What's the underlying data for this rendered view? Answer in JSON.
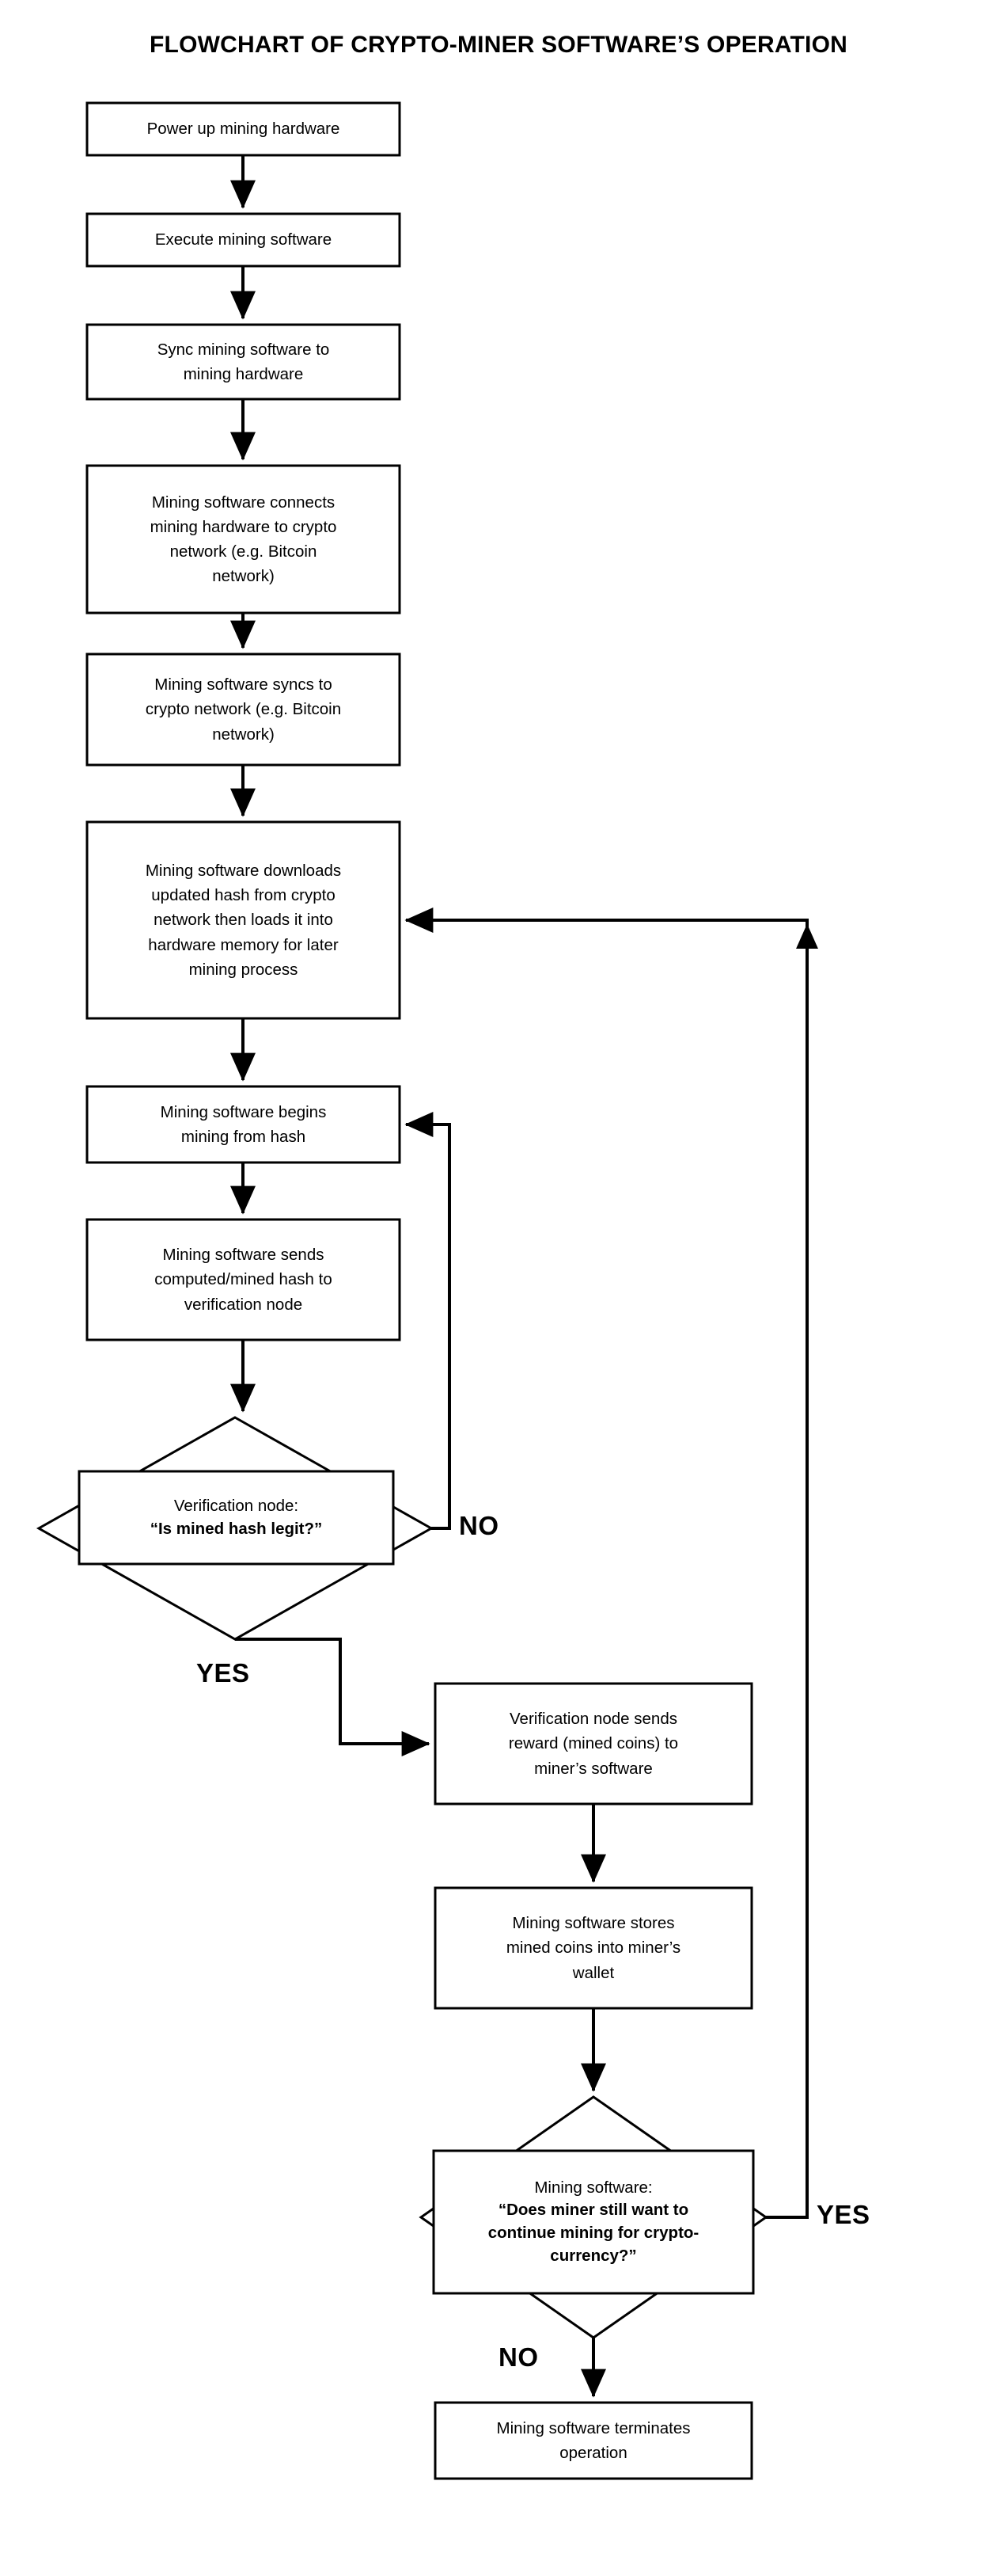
{
  "title": "FLOWCHART OF CRYPTO-MINER SOFTWARE’S OPERATION",
  "chart_data": {
    "type": "diagram",
    "diagram_kind": "flowchart",
    "title": "FLOWCHART OF CRYPTO-MINER SOFTWARE’S OPERATION",
    "orientation": "top-to-bottom",
    "node_count": 13,
    "nodes": [
      {
        "id": "n1",
        "shape": "process",
        "text": "Power up mining hardware"
      },
      {
        "id": "n2",
        "shape": "process",
        "text": "Execute mining software"
      },
      {
        "id": "n3",
        "shape": "process",
        "text": "Sync mining software to mining hardware"
      },
      {
        "id": "n4",
        "shape": "process",
        "text": "Mining software connects mining hardware to crypto network (e.g. Bitcoin network)"
      },
      {
        "id": "n5",
        "shape": "process",
        "text": "Mining software syncs to crypto network (e.g. Bitcoin network)"
      },
      {
        "id": "n6",
        "shape": "process",
        "text": "Mining software downloads updated hash from crypto network then loads it into hardware memory for later mining process"
      },
      {
        "id": "n7",
        "shape": "process",
        "text": "Mining software begins mining from hash"
      },
      {
        "id": "n8",
        "shape": "process",
        "text": "Mining software sends computed/mined hash to verification node"
      },
      {
        "id": "d1",
        "shape": "decision",
        "lead": "Verification node:",
        "quote": "“Is mined hash legit?”"
      },
      {
        "id": "n9",
        "shape": "process",
        "text": "Verification node sends reward (mined coins) to miner’s software"
      },
      {
        "id": "n10",
        "shape": "process",
        "text": "Mining software stores mined coins into miner’s wallet"
      },
      {
        "id": "d2",
        "shape": "decision",
        "lead": "Mining software:",
        "quote": "“Does miner still want to continue mining for crypto-currency?”"
      },
      {
        "id": "n11",
        "shape": "process",
        "text": "Mining software terminates operation"
      }
    ],
    "edges": [
      {
        "from": "n1",
        "to": "n2",
        "label": ""
      },
      {
        "from": "n2",
        "to": "n3",
        "label": ""
      },
      {
        "from": "n3",
        "to": "n4",
        "label": ""
      },
      {
        "from": "n4",
        "to": "n5",
        "label": ""
      },
      {
        "from": "n5",
        "to": "n6",
        "label": ""
      },
      {
        "from": "n6",
        "to": "n7",
        "label": ""
      },
      {
        "from": "n7",
        "to": "n8",
        "label": ""
      },
      {
        "from": "n8",
        "to": "d1",
        "label": ""
      },
      {
        "from": "d1",
        "to": "n7",
        "label": "NO"
      },
      {
        "from": "d1",
        "to": "n9",
        "label": "YES"
      },
      {
        "from": "n9",
        "to": "n10",
        "label": ""
      },
      {
        "from": "n10",
        "to": "d2",
        "label": ""
      },
      {
        "from": "d2",
        "to": "n6",
        "label": "YES"
      },
      {
        "from": "d2",
        "to": "n11",
        "label": "NO"
      }
    ]
  },
  "nodes": {
    "n1": {
      "text": "Power up mining hardware"
    },
    "n2": {
      "text": "Execute mining software"
    },
    "n3": {
      "text": "Sync mining software to\nmining hardware"
    },
    "n4": {
      "text": "Mining software connects\nmining hardware to crypto\nnetwork (e.g. Bitcoin\nnetwork)"
    },
    "n5": {
      "text": "Mining software syncs to\ncrypto network (e.g. Bitcoin\nnetwork)"
    },
    "n6": {
      "text": "Mining software downloads\nupdated hash from crypto\nnetwork then loads it into\nhardware memory for later\nmining process"
    },
    "n7": {
      "text": "Mining software begins\nmining from hash"
    },
    "n8": {
      "text": "Mining software sends\ncomputed/mined hash to\nverification node"
    },
    "n9": {
      "text": "Verification node sends\nreward (mined coins) to\nminer’s software"
    },
    "n10": {
      "text": "Mining software stores\nmined coins into miner’s\nwallet"
    },
    "n11": {
      "text": "Mining software terminates\noperation"
    }
  },
  "decisions": {
    "d1": {
      "lead": "Verification node:",
      "quote": "“Is mined hash legit?”"
    },
    "d2": {
      "lead": "Mining software:",
      "quote": "“Does miner still want to\ncontinue mining for crypto-\ncurrency?”"
    }
  },
  "labels": {
    "no_1": "NO",
    "yes_1": "YES",
    "yes_2": "YES",
    "no_2": "NO"
  },
  "colors": {
    "stroke": "#000000",
    "fill": "#ffffff",
    "text": "#000000"
  }
}
